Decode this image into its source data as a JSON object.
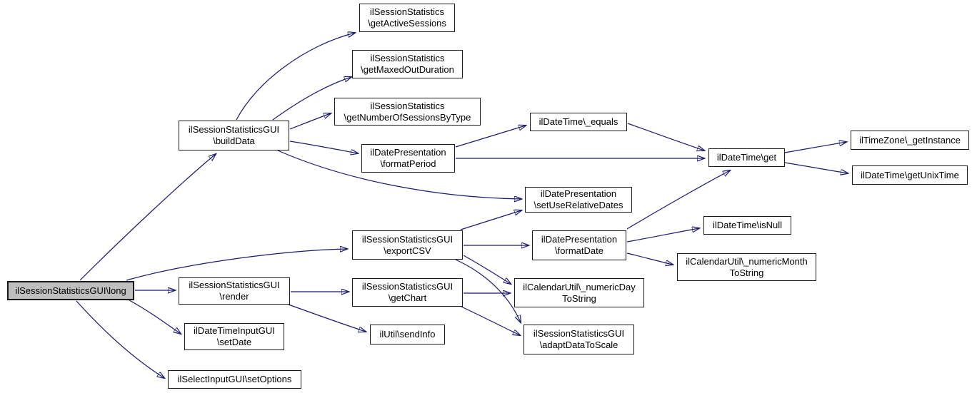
{
  "graph": {
    "title": "ilSessionStatisticsGUI long call graph",
    "colors": {
      "background": "#ffffff",
      "edge": "#191970",
      "node_border": "#1a1a1a",
      "node_fill": "#ffffff",
      "highlight_fill": "#bfbfbf",
      "text": "#000000"
    },
    "nodes": [
      {
        "id": "long",
        "label": "ilSessionStatisticsGUI\\long",
        "lines": [
          "ilSessionStatisticsGUI\\long"
        ],
        "highlighted": true
      },
      {
        "id": "buildData",
        "label": "ilSessionStatisticsGUI\\buildData",
        "lines": [
          "ilSessionStatisticsGUI",
          "\\buildData"
        ],
        "highlighted": false
      },
      {
        "id": "render",
        "label": "ilSessionStatisticsGUI\\render",
        "lines": [
          "ilSessionStatisticsGUI",
          "\\render"
        ],
        "highlighted": false
      },
      {
        "id": "setDate",
        "label": "ilDateTimeInputGUI\\setDate",
        "lines": [
          "ilDateTimeInputGUI",
          "\\setDate"
        ],
        "highlighted": false
      },
      {
        "id": "setOptions",
        "label": "ilSelectInputGUI\\setOptions",
        "lines": [
          "ilSelectInputGUI\\setOptions"
        ],
        "highlighted": false
      },
      {
        "id": "getActiveSessions",
        "label": "ilSessionStatistics\\getActiveSessions",
        "lines": [
          "ilSessionStatistics",
          "\\getActiveSessions"
        ],
        "highlighted": false
      },
      {
        "id": "getMaxedOutDuration",
        "label": "ilSessionStatistics\\getMaxedOutDuration",
        "lines": [
          "ilSessionStatistics",
          "\\getMaxedOutDuration"
        ],
        "highlighted": false
      },
      {
        "id": "getNumberOfSessionsByType",
        "label": "ilSessionStatistics\\getNumberOfSessionsByType",
        "lines": [
          "ilSessionStatistics",
          "\\getNumberOfSessionsByType"
        ],
        "highlighted": false
      },
      {
        "id": "formatPeriod",
        "label": "ilDatePresentation\\formatPeriod",
        "lines": [
          "ilDatePresentation",
          "\\formatPeriod"
        ],
        "highlighted": false
      },
      {
        "id": "exportCSV",
        "label": "ilSessionStatisticsGUI\\exportCSV",
        "lines": [
          "ilSessionStatisticsGUI",
          "\\exportCSV"
        ],
        "highlighted": false
      },
      {
        "id": "getChart",
        "label": "ilSessionStatisticsGUI\\getChart",
        "lines": [
          "ilSessionStatisticsGUI",
          "\\getChart"
        ],
        "highlighted": false
      },
      {
        "id": "sendInfo",
        "label": "ilUtil\\sendInfo",
        "lines": [
          "ilUtil\\sendInfo"
        ],
        "highlighted": false
      },
      {
        "id": "equals",
        "label": "ilDateTime\\_equals",
        "lines": [
          "ilDateTime\\_equals"
        ],
        "highlighted": false
      },
      {
        "id": "setUseRelativeDates",
        "label": "ilDatePresentation\\setUseRelativeDates",
        "lines": [
          "ilDatePresentation",
          "\\setUseRelativeDates"
        ],
        "highlighted": false
      },
      {
        "id": "formatDate",
        "label": "ilDatePresentation\\formatDate",
        "lines": [
          "ilDatePresentation",
          "\\formatDate"
        ],
        "highlighted": false
      },
      {
        "id": "numericDayToString",
        "label": "ilCalendarUtil\\_numericDayToString",
        "lines": [
          "ilCalendarUtil\\_numericDay",
          "ToString"
        ],
        "highlighted": false
      },
      {
        "id": "adaptDataToScale",
        "label": "ilSessionStatisticsGUI\\adaptDataToScale",
        "lines": [
          "ilSessionStatisticsGUI",
          "\\adaptDataToScale"
        ],
        "highlighted": false
      },
      {
        "id": "get",
        "label": "ilDateTime\\get",
        "lines": [
          "ilDateTime\\get"
        ],
        "highlighted": false
      },
      {
        "id": "isNull",
        "label": "ilDateTime\\isNull",
        "lines": [
          "ilDateTime\\isNull"
        ],
        "highlighted": false
      },
      {
        "id": "numericMonthToString",
        "label": "ilCalendarUtil\\_numericMonthToString",
        "lines": [
          "ilCalendarUtil\\_numericMonth",
          "ToString"
        ],
        "highlighted": false
      },
      {
        "id": "getInstance",
        "label": "ilTimeZone\\_getInstance",
        "lines": [
          "ilTimeZone\\_getInstance"
        ],
        "highlighted": false
      },
      {
        "id": "getUnixTime",
        "label": "ilDateTime\\getUnixTime",
        "lines": [
          "ilDateTime\\getUnixTime"
        ],
        "highlighted": false
      }
    ],
    "edges": [
      {
        "from": "long",
        "to": "buildData"
      },
      {
        "from": "long",
        "to": "exportCSV"
      },
      {
        "from": "long",
        "to": "render"
      },
      {
        "from": "long",
        "to": "setDate"
      },
      {
        "from": "long",
        "to": "setOptions"
      },
      {
        "from": "buildData",
        "to": "getActiveSessions"
      },
      {
        "from": "buildData",
        "to": "getMaxedOutDuration"
      },
      {
        "from": "buildData",
        "to": "getNumberOfSessionsByType"
      },
      {
        "from": "buildData",
        "to": "formatPeriod"
      },
      {
        "from": "buildData",
        "to": "setUseRelativeDates"
      },
      {
        "from": "formatPeriod",
        "to": "equals"
      },
      {
        "from": "formatPeriod",
        "to": "get"
      },
      {
        "from": "equals",
        "to": "get"
      },
      {
        "from": "exportCSV",
        "to": "setUseRelativeDates"
      },
      {
        "from": "exportCSV",
        "to": "formatDate"
      },
      {
        "from": "exportCSV",
        "to": "numericDayToString"
      },
      {
        "from": "exportCSV",
        "to": "adaptDataToScale"
      },
      {
        "from": "render",
        "to": "getChart"
      },
      {
        "from": "render",
        "to": "sendInfo"
      },
      {
        "from": "getChart",
        "to": "numericDayToString"
      },
      {
        "from": "getChart",
        "to": "adaptDataToScale"
      },
      {
        "from": "formatDate",
        "to": "get"
      },
      {
        "from": "formatDate",
        "to": "isNull"
      },
      {
        "from": "formatDate",
        "to": "numericMonthToString"
      },
      {
        "from": "get",
        "to": "getInstance"
      },
      {
        "from": "get",
        "to": "getUnixTime"
      }
    ]
  }
}
